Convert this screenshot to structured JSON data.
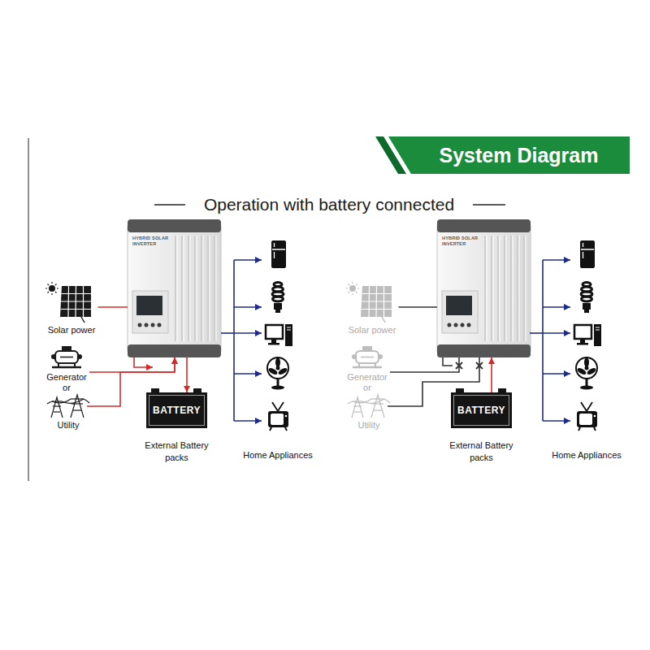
{
  "diagram": {
    "title": "Operation with battery connected",
    "nodes": [
      {
        "text": [
          "System Diagram"
        ]
      },
      {
        "text": [
          "Solar power"
        ]
      },
      {
        "text": [
          "Generator"
        ]
      },
      {
        "text": [
          "Utility"
        ]
      },
      {
        "text": [
          "HYBRID SOLAR INVERTER"
        ]
      },
      {
        "text": [
          "BATTERY",
          "External Battery packs"
        ]
      },
      {
        "text": [
          "Solar power"
        ]
      },
      {
        "text": [
          "Generator"
        ]
      },
      {
        "text": [
          "Utility"
        ]
      },
      {
        "text": [
          "HYBRID SOLAR INVERTER"
        ]
      },
      {
        "text": [
          "BATTERY",
          "External Battery packs"
        ]
      }
    ],
    "edges": [
      {
        "from": 1,
        "to": 4,
        "arrow": "none"
      },
      {
        "from": 2,
        "to": 4,
        "arrow": "to"
      },
      {
        "from": 3,
        "to": 4,
        "arrow": "to"
      },
      {
        "from": 4,
        "to": 5,
        "arrow": "to"
      },
      {
        "from": 6,
        "to": 9,
        "arrow": "none"
      },
      {
        "from": 7,
        "to": 9,
        "arrow": "none"
      },
      {
        "from": 8,
        "to": 9,
        "arrow": "none"
      },
      {
        "from": 10,
        "to": 9,
        "arrow": "to"
      }
    ],
    "labels": [
      "or",
      "Home Appliances",
      "or",
      "Home Appliances"
    ]
  }
}
